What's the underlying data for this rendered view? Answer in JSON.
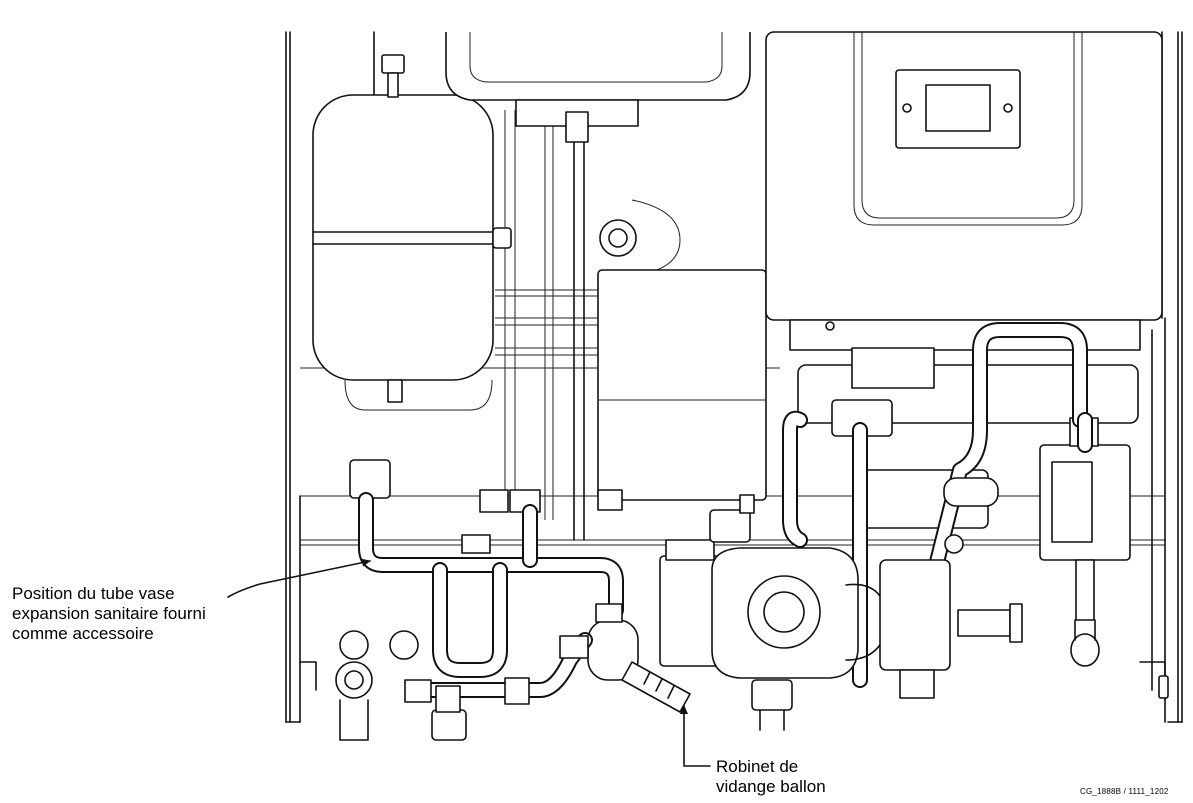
{
  "callouts": {
    "expansion_tube": {
      "line1": "Position du tube vase",
      "line2": "expansion sanitaire fourni",
      "line3": "comme accessoire"
    },
    "drain_valve": {
      "line1": "Robinet de",
      "line2": "vidange ballon"
    }
  },
  "reference": "CG_1888B / 1111_1202"
}
